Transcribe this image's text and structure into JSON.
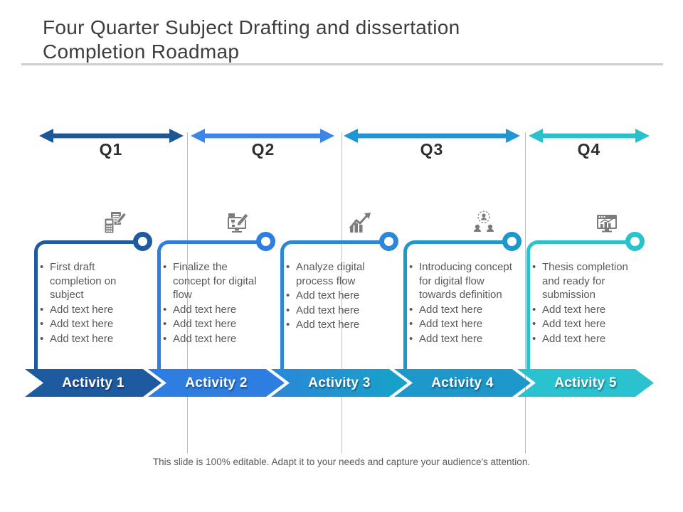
{
  "slide": {
    "title": "Four Quarter Subject Drafting and dissertation Completion Roadmap",
    "footer": "This slide is 100% editable. Adapt it to your needs and capture your audience's attention."
  },
  "quarters": [
    {
      "label": "Q1",
      "color": "#1d5796"
    },
    {
      "label": "Q2",
      "color": "#3c86e8"
    },
    {
      "label": "Q3",
      "color": "#2095d2"
    },
    {
      "label": "Q4",
      "color": "#29c2cc"
    }
  ],
  "activities": [
    {
      "banner": "Activity 1",
      "color": "#1d5aa0",
      "icon": "calculator-document-pencil-icon",
      "bullets": [
        "First draft completion on subject",
        "Add text here",
        "Add text here",
        "Add text here"
      ]
    },
    {
      "banner": "Activity 2",
      "color": "#2e7de0",
      "icon": "concept-design-pencil-icon",
      "bullets": [
        "Finalize the concept for digital flow",
        "Add text here",
        "Add text here",
        "Add text here"
      ]
    },
    {
      "banner": "Activity 3",
      "color": "#2b87d8",
      "color_end": "#16a3c9",
      "icon": "growth-chart-arrow-icon",
      "bullets": [
        "Analyze digital process flow",
        "Add text here",
        "Add text here",
        "Add text here"
      ]
    },
    {
      "banner": "Activity 4",
      "color": "#1e97cb",
      "icon": "team-hierarchy-icon",
      "bullets": [
        "Introducing concept for digital flow towards definition",
        "Add text here",
        "Add text here",
        "Add text here"
      ]
    },
    {
      "banner": "Activity 5",
      "color": "#29c2ce",
      "icon": "web-analytics-chart-icon",
      "bullets": [
        "Thesis completion and ready for submission",
        "Add text here",
        "Add text here",
        "Add text here"
      ]
    }
  ]
}
